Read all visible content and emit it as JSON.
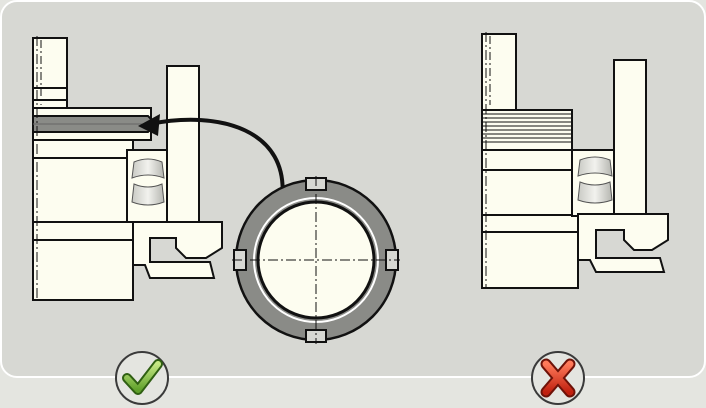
{
  "diagram": {
    "panel_left": {
      "verdict": "correct",
      "icon": "check-mark-icon"
    },
    "panel_right": {
      "verdict": "incorrect",
      "icon": "cross-mark-icon"
    },
    "parts": [
      "shaft",
      "lock-nut",
      "spherical-roller-bearing",
      "bearing-housing",
      "slotted-lock-nut"
    ],
    "colors": {
      "background": "#e4e5e0",
      "panel": "#d7d8d3",
      "part_fill": "#fdfdf0",
      "nut_fill": "#8a8b87",
      "outline": "#111111",
      "check": "#8cc63f",
      "cross": "#e23a26"
    }
  }
}
